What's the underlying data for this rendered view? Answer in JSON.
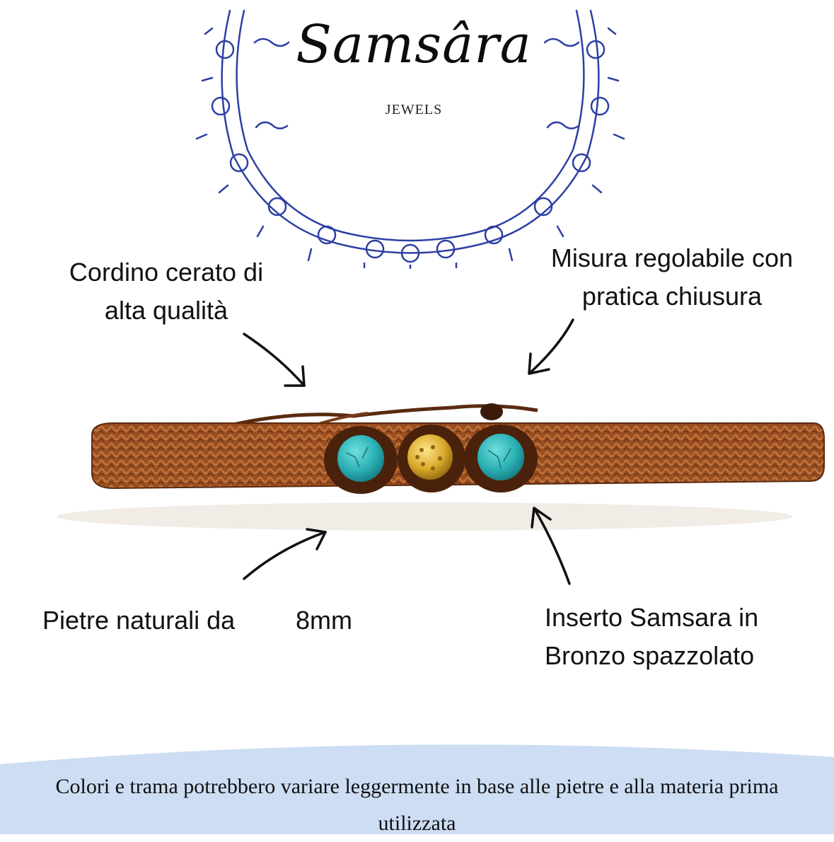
{
  "brand": {
    "name": "Samsâra",
    "subtitle": "JEWELS"
  },
  "callouts": {
    "top_left": "Cordino cerato di alta qualità",
    "top_right": "Misura regolabile con pratica chiusura",
    "bottom_left_a": "Pietre naturali da",
    "bottom_left_b": "8mm",
    "bottom_right": "Inserto Samsara in Bronzo spazzolato"
  },
  "footer": {
    "note": "Colori e trama potrebbero variare leggermente in base alle pietre e alla materia prima utilizzata"
  },
  "colors": {
    "lace": "#2d3fa3",
    "cord": "#9a4f22",
    "cord_dark": "#5a2a10",
    "turquoise": "#2ab0b4",
    "gold": "#d8a92a",
    "footer_band": "#cdddf3"
  }
}
